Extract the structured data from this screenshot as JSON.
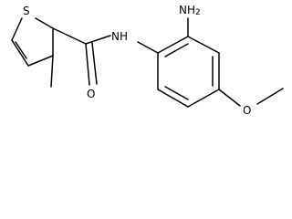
{
  "molecule": {
    "atoms": {
      "sulfur": "S",
      "amide_nitrogen": "NH",
      "amine": "NH2",
      "amine_parts": [
        "NH",
        "2"
      ],
      "carbonyl_oxygen": "O",
      "ether_oxygen": "O"
    }
  },
  "colors": {
    "bond": "#000000",
    "label": "#000000",
    "background": "#ffffff"
  }
}
